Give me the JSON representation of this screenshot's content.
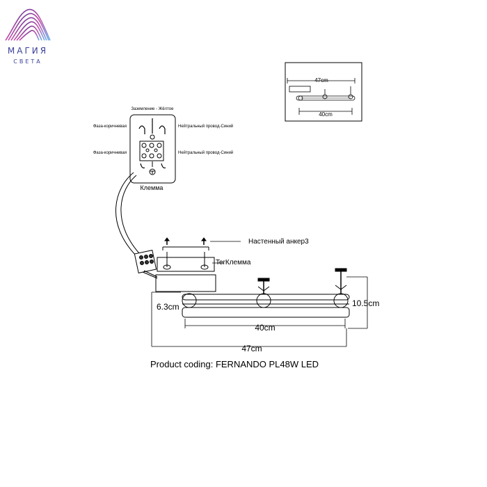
{
  "logo": {
    "line1": "МАГИЯ",
    "line2": "СВЕТА",
    "colors": [
      "#3a2d8f",
      "#7a3fb0",
      "#c44fa8",
      "#6fb0e8"
    ]
  },
  "inset": {
    "top_dim": "47cm",
    "bottom_dim": "40cm"
  },
  "terminal": {
    "ground": "Заземление - Жёлтое",
    "phase_top": "Фаза-коричневая",
    "neutral_top": "Нейтральный провод-Синий",
    "phase_bottom": "Фаза-коричневая",
    "neutral_bottom": "Нейтральный провод-Синий",
    "caption": "Клемма"
  },
  "mount": {
    "anchor_label": "Настенный анкер3",
    "terminal_label": "TerКлемма"
  },
  "dimensions": {
    "height_left": "6.3cm",
    "height_right": "10.5cm",
    "inner_width": "40cm",
    "total_width": "47cm"
  },
  "caption": "Product coding: FERNANDO PL48W LED"
}
